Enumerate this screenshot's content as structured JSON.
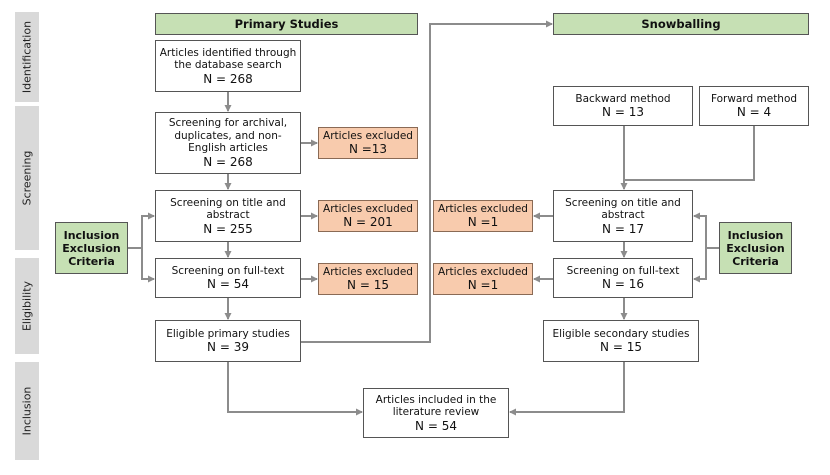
{
  "stages": {
    "identification": "Identification",
    "screening": "Screening",
    "eligibility": "Eligibility",
    "inclusion": "Inclusion"
  },
  "headers": {
    "primary": "Primary Studies",
    "snowballing": "Snowballing"
  },
  "criteria": {
    "left": [
      "Inclusion",
      "Exclusion",
      "Criteria"
    ],
    "right": [
      "Inclusion",
      "Exclusion",
      "Criteria"
    ]
  },
  "primary": {
    "identified": {
      "lines": [
        "Articles identified through",
        "the database search"
      ],
      "n": "N = 268"
    },
    "screen_archival": {
      "lines": [
        "Screening for archival,",
        "duplicates, and non-",
        "English articles"
      ],
      "n": "N = 268"
    },
    "screen_title": {
      "lines": [
        "Screening on title and",
        "abstract"
      ],
      "n": "N = 255"
    },
    "screen_fulltext": {
      "lines": [
        "Screening on full-text"
      ],
      "n": "N = 54"
    },
    "eligible": {
      "lines": [
        "Eligible primary studies"
      ],
      "n": "N = 39"
    },
    "excluded_1": {
      "label": "Articles excluded",
      "n": "N =13"
    },
    "excluded_2": {
      "label": "Articles excluded",
      "n": "N = 201"
    },
    "excluded_3": {
      "label": "Articles excluded",
      "n": "N = 15"
    }
  },
  "snowball": {
    "backward": {
      "lines": [
        "Backward method"
      ],
      "n": "N = 13"
    },
    "forward": {
      "lines": [
        "Forward method"
      ],
      "n": "N = 4"
    },
    "screen_title": {
      "lines": [
        "Screening on title and",
        "abstract"
      ],
      "n": "N = 17"
    },
    "screen_fulltext": {
      "lines": [
        "Screening on full-text"
      ],
      "n": "N = 16"
    },
    "eligible": {
      "lines": [
        "Eligible secondary studies"
      ],
      "n": "N = 15"
    },
    "excluded_1": {
      "label": "Articles excluded",
      "n": "N =1"
    },
    "excluded_2": {
      "label": "Articles excluded",
      "n": "N =1"
    }
  },
  "included": {
    "lines": [
      "Articles included in the",
      "literature review"
    ],
    "n": "N = 54"
  },
  "colors": {
    "stage_tab": "#d9d9d9",
    "header_green": "#c6e0b4",
    "excluded_orange": "#f8cbad",
    "arrow": "#8c8c8c",
    "border": "#555555"
  }
}
